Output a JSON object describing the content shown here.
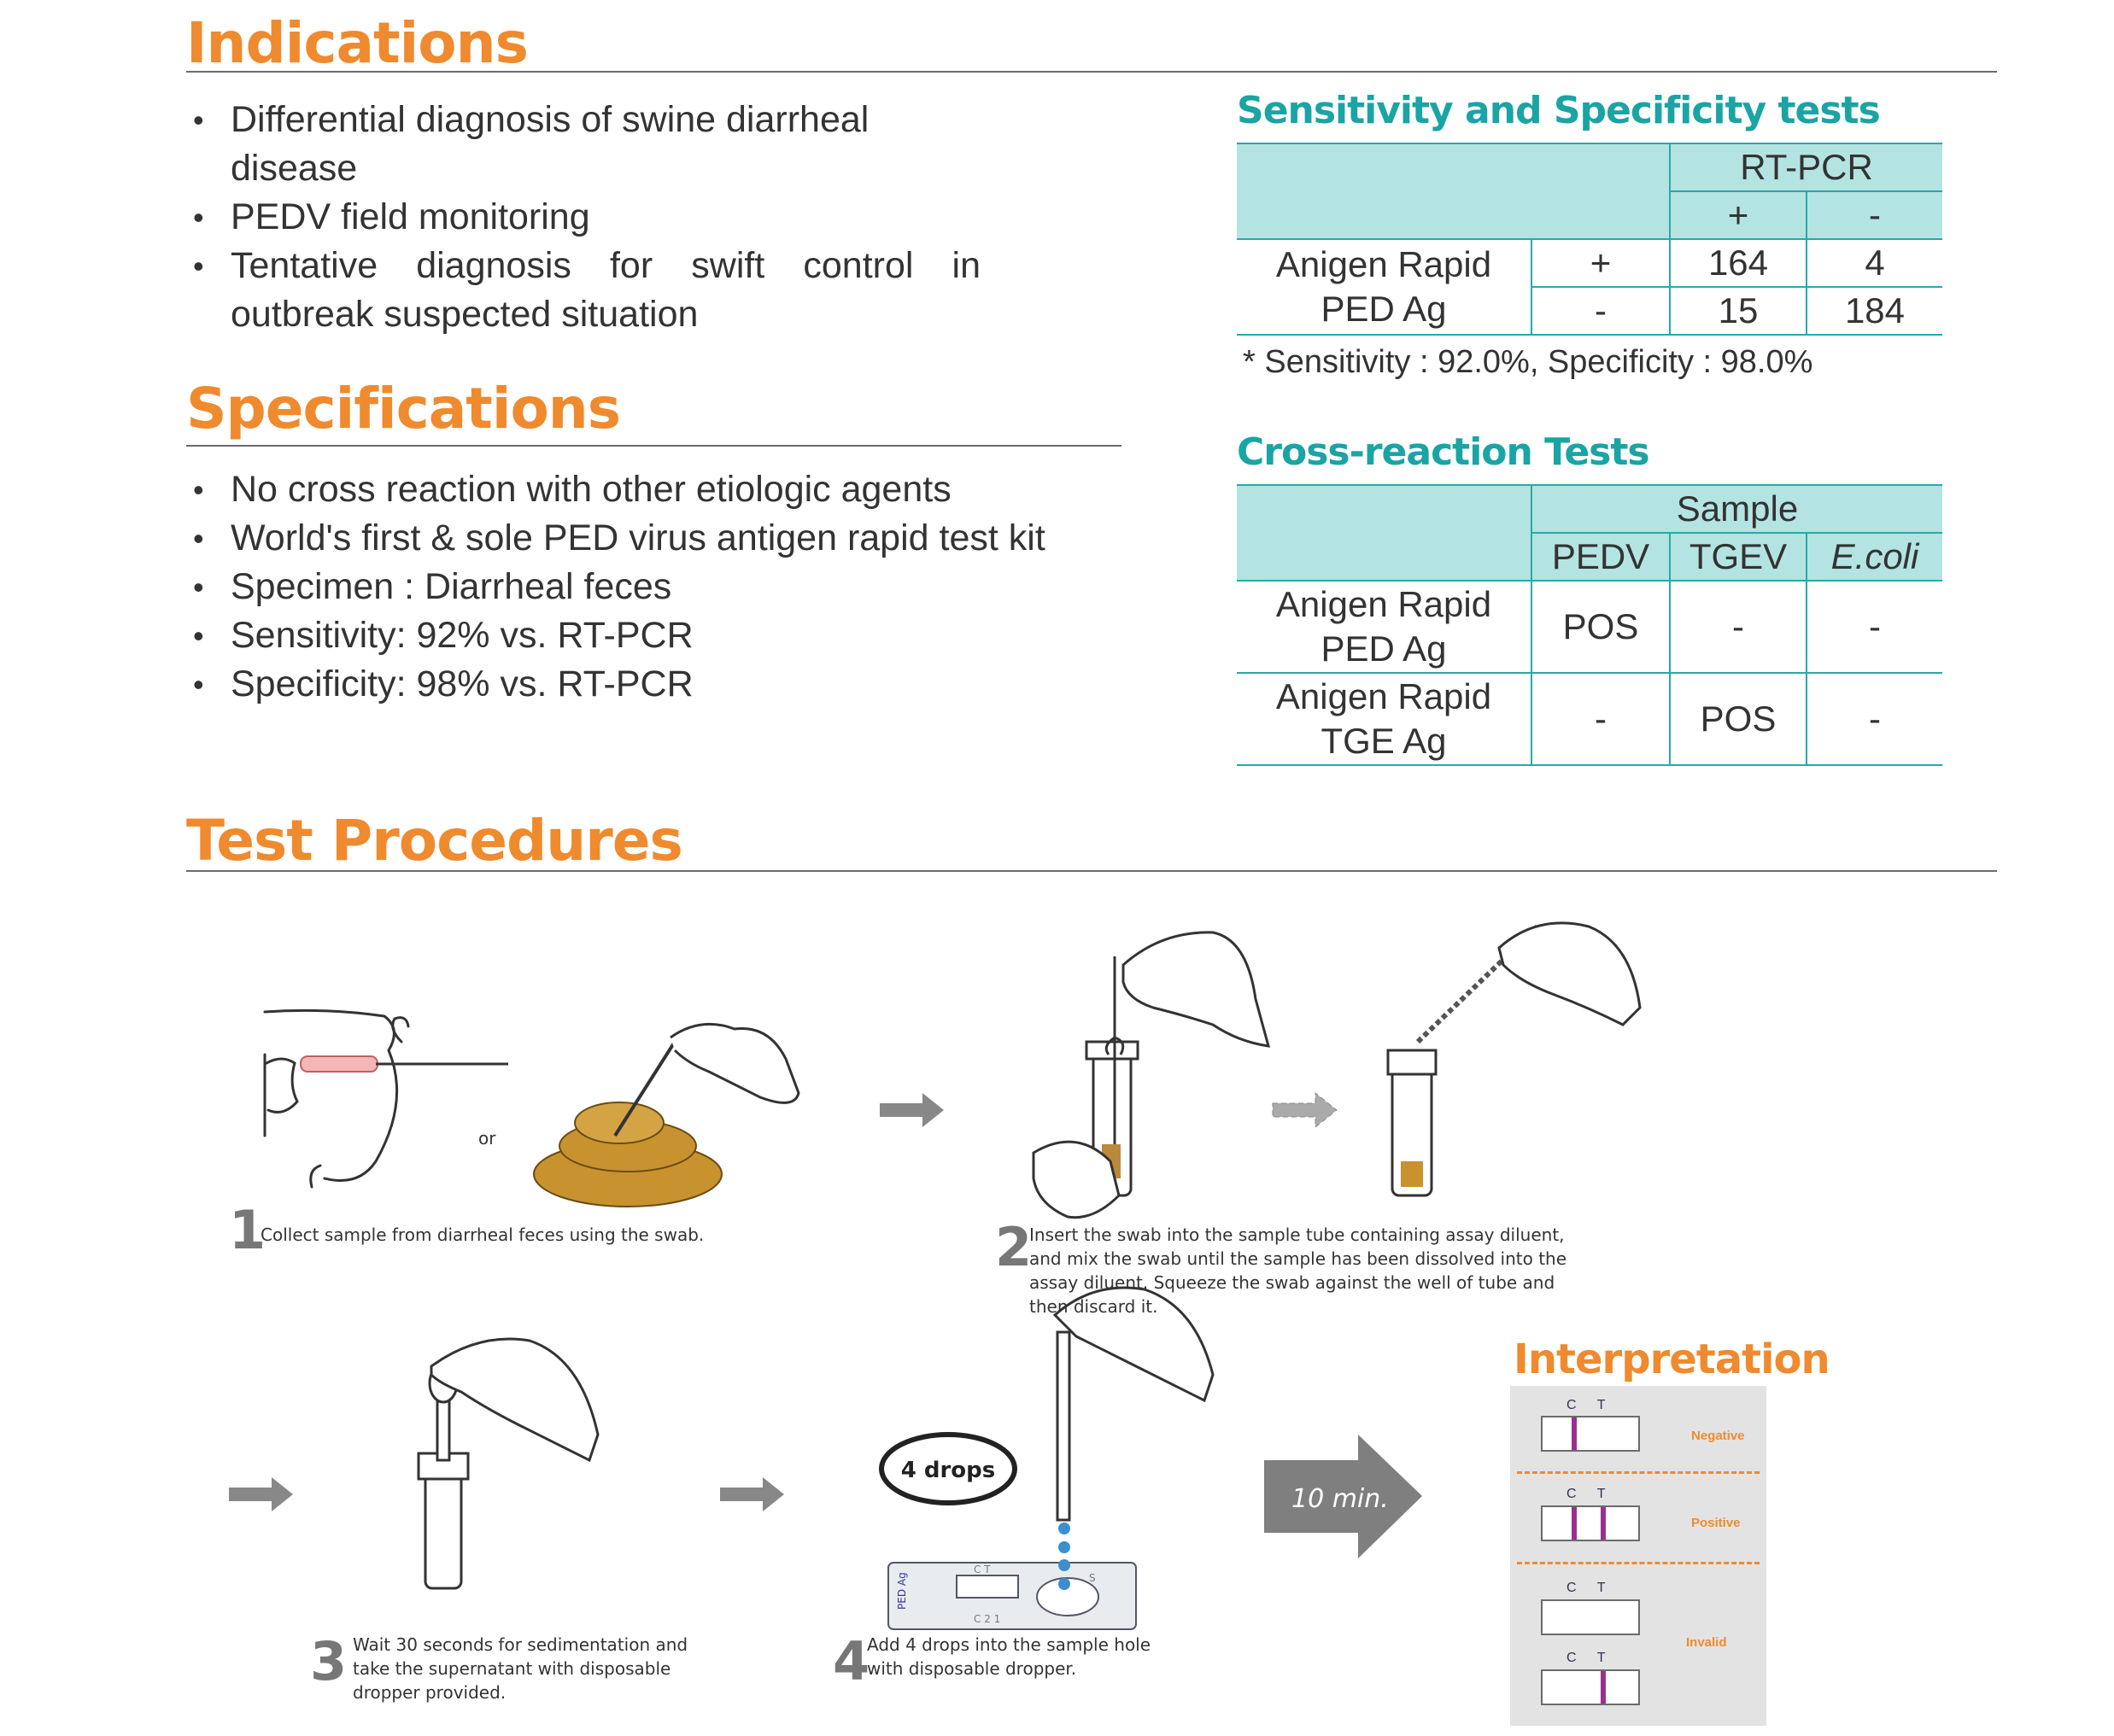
{
  "sections": {
    "indications": {
      "title": "Indications",
      "items": [
        "Differential diagnosis of swine diarrheal disease",
        "PEDV field monitoring",
        "Tentative diagnosis for swift control in outbreak suspected situation"
      ]
    },
    "specifications": {
      "title": "Specifications",
      "items": [
        "No cross reaction with other etiologic agents",
        "World's first & sole PED virus antigen rapid test kit",
        "Specimen : Diarrheal feces",
        "Sensitivity: 92% vs. RT-PCR",
        "Specificity: 98% vs. RT-PCR"
      ]
    },
    "test_procedures": {
      "title": "Test Procedures"
    }
  },
  "sens_spec": {
    "title": "Sensitivity and Specificity tests",
    "col_group": "RT-PCR",
    "col_plus": "+",
    "col_minus": "-",
    "row_label": "Anigen Rapid PED Ag",
    "rows": [
      {
        "sign": "+",
        "pos": "164",
        "neg": "4"
      },
      {
        "sign": "-",
        "pos": "15",
        "neg": "184"
      }
    ],
    "note": "* Sensitivity : 92.0%, Specificity : 98.0%"
  },
  "cross": {
    "title": "Cross-reaction Tests",
    "col_group": "Sample",
    "cols": [
      "PEDV",
      "TGEV",
      "E.coli"
    ],
    "rows": [
      {
        "label": "Anigen Rapid PED Ag",
        "values": [
          "POS",
          "-",
          "-"
        ]
      },
      {
        "label": "Anigen Rapid TGE Ag",
        "values": [
          "-",
          "POS",
          "-"
        ]
      }
    ]
  },
  "steps": [
    {
      "num": "1",
      "text": "Collect sample from diarrheal feces using the swab."
    },
    {
      "num": "2",
      "text": "Insert the swab into the sample tube containing assay diluent, and mix the swab until the sample has been dissolved into the assay diluent. Squeeze the swab against the well of tube and then discard it."
    },
    {
      "num": "3",
      "text": "Wait 30 seconds for sedimentation and take the supernatant with disposable dropper provided."
    },
    {
      "num": "4",
      "text": "Add 4 drops into the sample hole with disposable dropper."
    }
  ],
  "illustration": {
    "or": "or",
    "drops": "4 drops",
    "wait": "10 min.",
    "device_label": "PED Ag",
    "device_ct": "C T",
    "device_c21": "C 2 1",
    "device_s": "S"
  },
  "interpretation": {
    "title": "Interpretation",
    "ct": "C T",
    "results": [
      "Negative",
      "Positive",
      "Invalid"
    ]
  },
  "colors": {
    "orange": "#ef8a2e",
    "teal": "#1aa4a4",
    "table_header": "#b4e4e1",
    "line_purple": "#9b2f8f",
    "feces": "#c8922f"
  }
}
